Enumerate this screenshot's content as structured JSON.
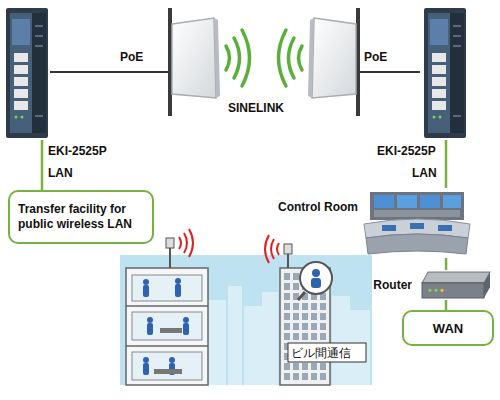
{
  "diagram": {
    "nodes": [
      {
        "text": [
          "EKI-2525P"
        ]
      },
      {
        "text": [
          "EKI-2525P"
        ]
      },
      {
        "text": [
          "Transfer facility for public wireless LAN"
        ]
      },
      {
        "text": [
          "Control Room"
        ]
      },
      {
        "text": [
          "Router"
        ]
      },
      {
        "text": [
          "WAN"
        ]
      }
    ],
    "edges": [
      {
        "from": 0,
        "to": 2,
        "arrow": "none",
        "label": "LAN"
      },
      {
        "from": 1,
        "to": 3,
        "arrow": "none",
        "label": "LAN"
      },
      {
        "from": 3,
        "to": 4,
        "arrow": "none"
      },
      {
        "from": 4,
        "to": 5,
        "arrow": "none"
      }
    ],
    "labels": [
      "PoE",
      "SINELINK",
      "PoE",
      "ビル間通信"
    ]
  }
}
